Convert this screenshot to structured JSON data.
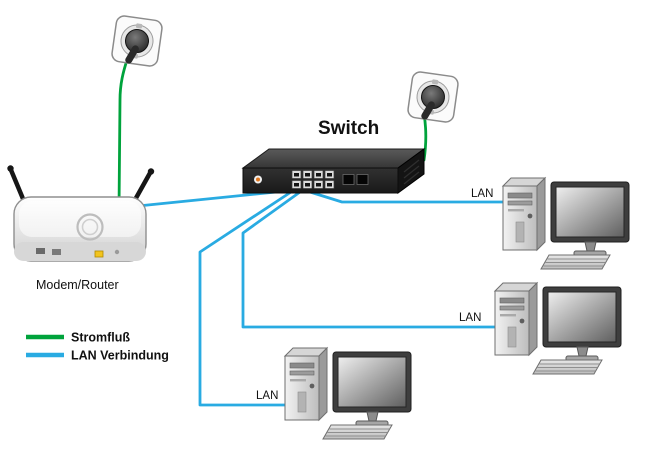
{
  "diagram": {
    "type": "network-diagram",
    "switch_label": "Switch",
    "modem_label": "Modem/Router",
    "lan_labels": [
      "LAN",
      "LAN",
      "LAN"
    ],
    "legend": [
      {
        "label": "Stromfluß",
        "color": "#00A33C"
      },
      {
        "label": "LAN Verbindung",
        "color": "#29ABE2"
      }
    ],
    "colors": {
      "power": "#00A33C",
      "lan": "#29ABE2"
    },
    "nodes": [
      "power-outlet-left",
      "power-outlet-right",
      "modem-router",
      "switch",
      "pc-1",
      "pc-2",
      "pc-3"
    ],
    "connections": [
      {
        "from": "power-outlet-left",
        "to": "modem-router",
        "type": "power"
      },
      {
        "from": "power-outlet-right",
        "to": "switch",
        "type": "power"
      },
      {
        "from": "modem-router",
        "to": "switch",
        "type": "lan"
      },
      {
        "from": "switch",
        "to": "pc-1",
        "type": "lan"
      },
      {
        "from": "switch",
        "to": "pc-2",
        "type": "lan"
      },
      {
        "from": "switch",
        "to": "pc-3",
        "type": "lan"
      }
    ]
  }
}
